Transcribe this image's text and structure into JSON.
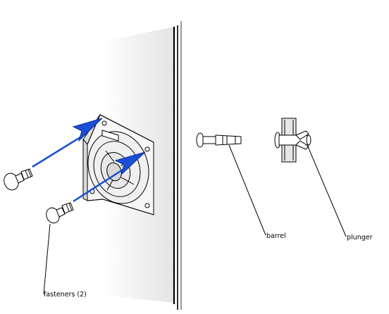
{
  "labels": {
    "fasteners": "fasteners (2)",
    "barrel": "barrel",
    "plunger": "plunger"
  },
  "colors": {
    "line": "#000000",
    "arrow": "#1a4fd6",
    "arrow_edge": "#0b2f9a",
    "panel_shade": "#ebebeb",
    "fan_fill": "#f4f4f4"
  }
}
